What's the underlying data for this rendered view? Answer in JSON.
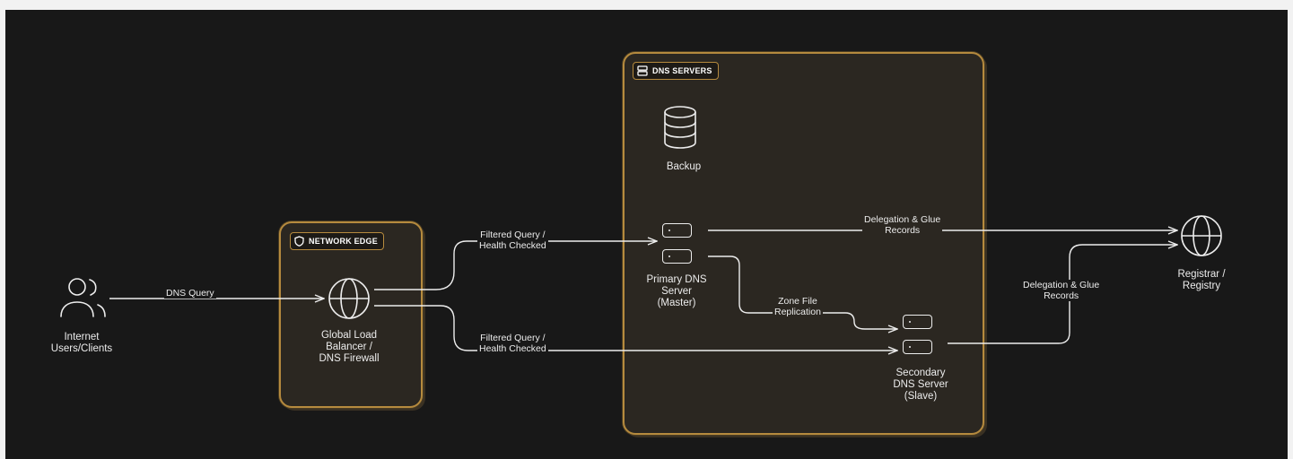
{
  "groups": {
    "network_edge": "NETWORK EDGE",
    "dns_servers": "DNS SERVERS"
  },
  "nodes": {
    "clients": "Internet\nUsers/Clients",
    "load_balancer": "Global Load\nBalancer /\nDNS Firewall",
    "backup": "Backup",
    "primary": "Primary DNS\nServer\n(Master)",
    "secondary": "Secondary\nDNS Server\n(Slave)",
    "registrar": "Registrar /\nRegistry"
  },
  "edges": {
    "dns_query": "DNS Query",
    "filtered_primary": "Filtered Query /\nHealth Checked",
    "filtered_secondary": "Filtered Query /\nHealth Checked",
    "zone_replication": "Zone File\nReplication",
    "delegation_primary": "Delegation & Glue\nRecords",
    "delegation_secondary": "Delegation & Glue\nRecords"
  },
  "colors": {
    "canvas": "#181818",
    "group_border": "#b58a3e",
    "group_fill": "#2b2721",
    "line": "#ededed"
  },
  "icons": {
    "clients": "users-icon",
    "load_balancer": "globe-icon",
    "backup": "database-icon",
    "primary": "server-icon",
    "secondary": "server-icon",
    "registrar": "globe-icon",
    "network_edge_tag": "shield-icon",
    "dns_servers_tag": "server-stack-icon"
  }
}
